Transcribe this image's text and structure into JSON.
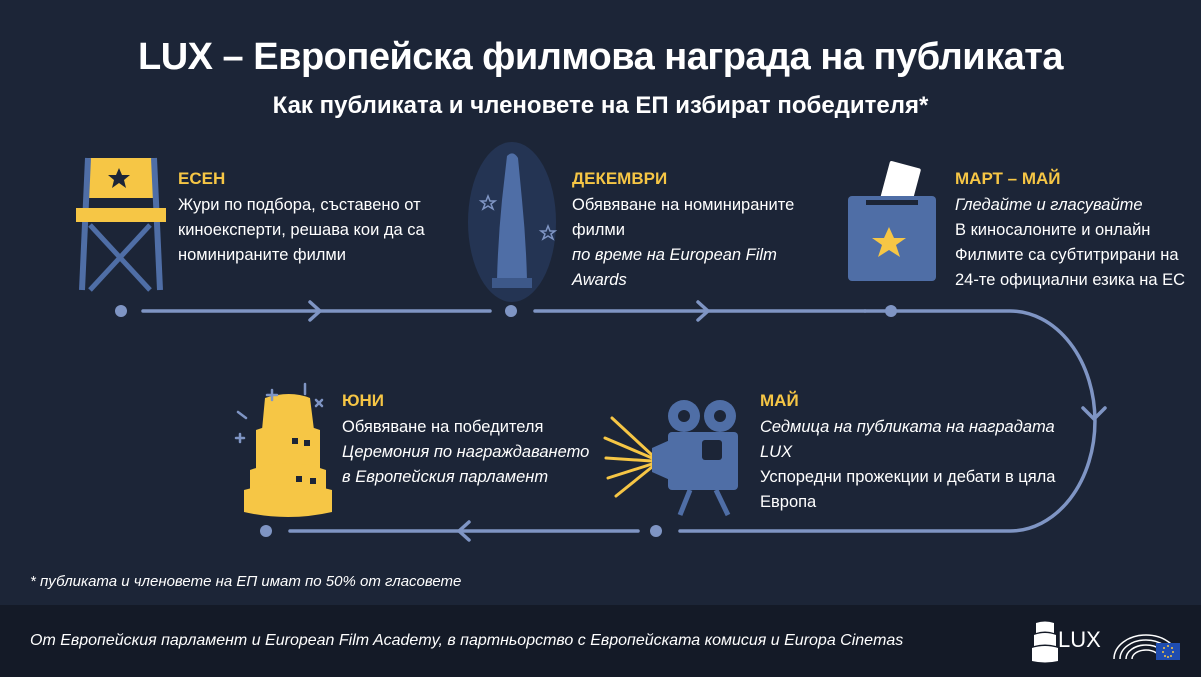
{
  "title": "LUX – Европейска филмова награда на публиката",
  "subtitle": "Как публиката и членовете на ЕП избират победителя*",
  "steps": [
    {
      "heading": "ЕСЕН",
      "lines": [
        "Жури по подбора, съставено от",
        "киноексперти, решава кои да са",
        "номинираните филми"
      ],
      "italic": []
    },
    {
      "heading": "ДЕКЕМВРИ",
      "lines": [
        "Обявяване на номинираните",
        "филми"
      ],
      "italic": [
        "по време на European Film Awards"
      ]
    },
    {
      "heading": "МАРТ – МАЙ",
      "italic": [
        "Гледайте и гласувайте"
      ],
      "lines": [
        "В киносалоните и онлайн",
        "Филмите са субтитрирани на",
        "24-те официални езика на ЕС"
      ]
    },
    {
      "heading": "ЮНИ",
      "lines": [
        "Обявяване на победителя"
      ],
      "italic": [
        "Церемония по награждаването",
        "в Европейския парламент"
      ]
    },
    {
      "heading": "МАЙ",
      "italic": [
        "Седмица на публиката на наградата LUX"
      ],
      "lines": [
        "Успоредни прожекции и дебати в цяла",
        "Европа"
      ]
    }
  ],
  "footnote": "* публиката и членовете на ЕП имат по 50% от гласовете",
  "footer": {
    "credit": "От Европейския парламент и European Film Academy, в партньорство с Европейската комисия и Europa Cinemas",
    "logo_text": "LUX"
  },
  "icons": [
    "director-chair-icon",
    "statuette-icon",
    "ballot-box-icon",
    "film-reel-icon",
    "projector-icon",
    "lux-logo-icon",
    "parliament-logo-icon"
  ],
  "colors": {
    "background": "#1c2537",
    "accent": "#f6c645",
    "line": "#7f95c4",
    "icon_blue": "#4f6ea6"
  }
}
